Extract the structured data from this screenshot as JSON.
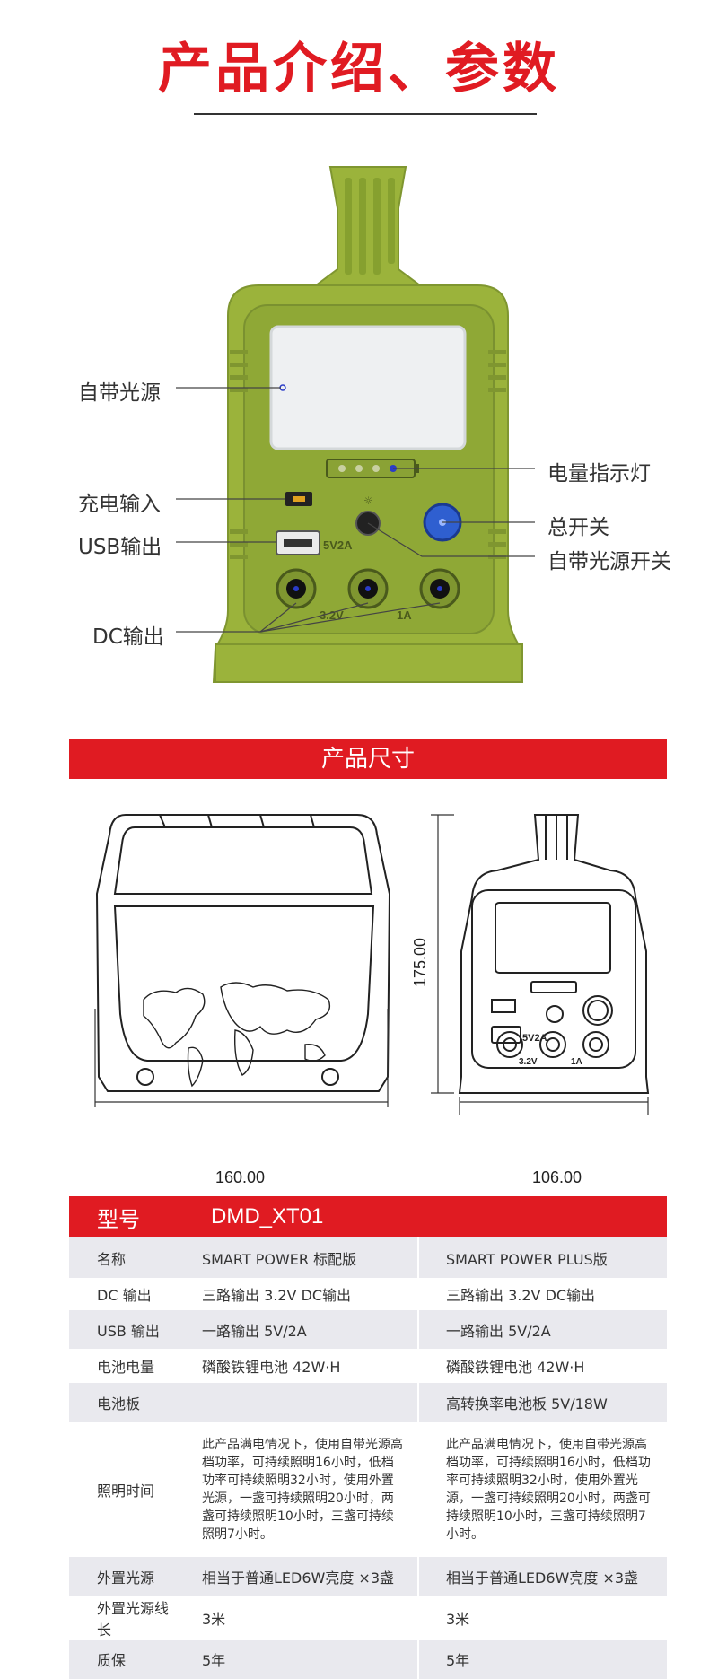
{
  "page": {
    "title": "产品介绍、参数"
  },
  "illustration": {
    "callouts": {
      "light_source": "自带光源",
      "charge_input": "充电输入",
      "usb_output": "USB输出",
      "dc_output": "DC输出",
      "battery_indicator": "电量指示灯",
      "main_switch": "总开关",
      "light_switch": "自带光源开关"
    },
    "port_labels": {
      "usb": "5V2A",
      "dc_left": "3.2V",
      "dc_right": "1A"
    },
    "colors": {
      "body": "#9bb33b",
      "body_dark": "#7f9630",
      "panel": "#8aa235"
    }
  },
  "dimensions": {
    "section_title": "产品尺寸",
    "width": "160.00",
    "height": "175.00",
    "depth": "106.00"
  },
  "spec_table": {
    "model_label": "型号",
    "model_value": "DMD_XT01",
    "rows": [
      {
        "label": "名称",
        "standard": "SMART POWER 标配版",
        "plus": "SMART POWER PLUS版"
      },
      {
        "label": "DC 输出",
        "standard": "三路输出 3.2V DC输出",
        "plus": "三路输出 3.2V DC输出"
      },
      {
        "label": "USB 输出",
        "standard": "一路输出 5V/2A",
        "plus": "一路输出 5V/2A"
      },
      {
        "label": "电池电量",
        "standard": "磷酸铁锂电池 42W·H",
        "plus": "磷酸铁锂电池 42W·H"
      },
      {
        "label": "电池板",
        "standard": "",
        "plus": "高转换率电池板 5V/18W"
      },
      {
        "label": "照明时间",
        "standard": "此产品满电情况下，使用自带光源高档功率，可持续照明16小时，低档功率可持续照明32小时，使用外置光源，一盏可持续照明20小时，两盏可持续照明10小时，三盏可持续照明7小时。",
        "plus": "此产品满电情况下，使用自带光源高档功率，可持续照明16小时，低档功率可持续照明32小时，使用外置光源，一盏可持续照明20小时，两盏可持续照明10小时，三盏可持续照明7小时。"
      },
      {
        "label": "外置光源",
        "standard": "相当于普通LED6W亮度 ×3盏",
        "plus": "相当于普通LED6W亮度 ×3盏"
      },
      {
        "label": "外置光源线长",
        "standard": "3米",
        "plus": "3米"
      },
      {
        "label": "质保",
        "standard": "5年",
        "plus": "5年"
      }
    ]
  },
  "theme": {
    "accent": "#e01b22",
    "row_grey": "#e9e9ee"
  }
}
